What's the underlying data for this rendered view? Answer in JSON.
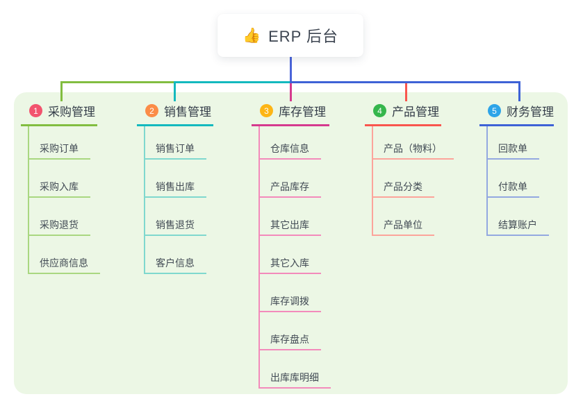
{
  "root": {
    "icon": "👍",
    "label": "ERP 后台"
  },
  "colors": {
    "panel_background": "#ECF7E5",
    "root_connector": "#4A64D9",
    "branch_1": {
      "badge": "#F2536E",
      "line": "#82BD40",
      "child_line": "#A9D780"
    },
    "branch_2": {
      "badge": "#FB8C47",
      "line": "#14B9BE",
      "child_line": "#7FD8CE"
    },
    "branch_3": {
      "badge": "#FDB515",
      "line": "#D53A8E",
      "child_line": "#F38ABB"
    },
    "branch_4": {
      "badge": "#35B64C",
      "line": "#F9564E",
      "child_line": "#FCA49B"
    },
    "branch_5": {
      "badge": "#2DA4E8",
      "line": "#3E62D6",
      "child_line": "#93A8E0"
    }
  },
  "branches": [
    {
      "num": "1",
      "label": "采购管理",
      "children": [
        {
          "label": "采购订单"
        },
        {
          "label": "采购入库"
        },
        {
          "label": "采购退货"
        },
        {
          "label": "供应商信息"
        }
      ]
    },
    {
      "num": "2",
      "label": "销售管理",
      "children": [
        {
          "label": "销售订单"
        },
        {
          "label": "销售出库"
        },
        {
          "label": "销售退货"
        },
        {
          "label": "客户信息"
        }
      ]
    },
    {
      "num": "3",
      "label": "库存管理",
      "children": [
        {
          "label": "仓库信息"
        },
        {
          "label": "产品库存"
        },
        {
          "label": "其它出库"
        },
        {
          "label": "其它入库"
        },
        {
          "label": "库存调拨"
        },
        {
          "label": "库存盘点"
        },
        {
          "label": "出库库明细"
        }
      ]
    },
    {
      "num": "4",
      "label": "产品管理",
      "children": [
        {
          "label": "产品（物料）"
        },
        {
          "label": "产品分类"
        },
        {
          "label": "产品单位"
        }
      ]
    },
    {
      "num": "5",
      "label": "财务管理",
      "children": [
        {
          "label": "回款单"
        },
        {
          "label": "付款单"
        },
        {
          "label": "结算账户"
        }
      ]
    }
  ]
}
